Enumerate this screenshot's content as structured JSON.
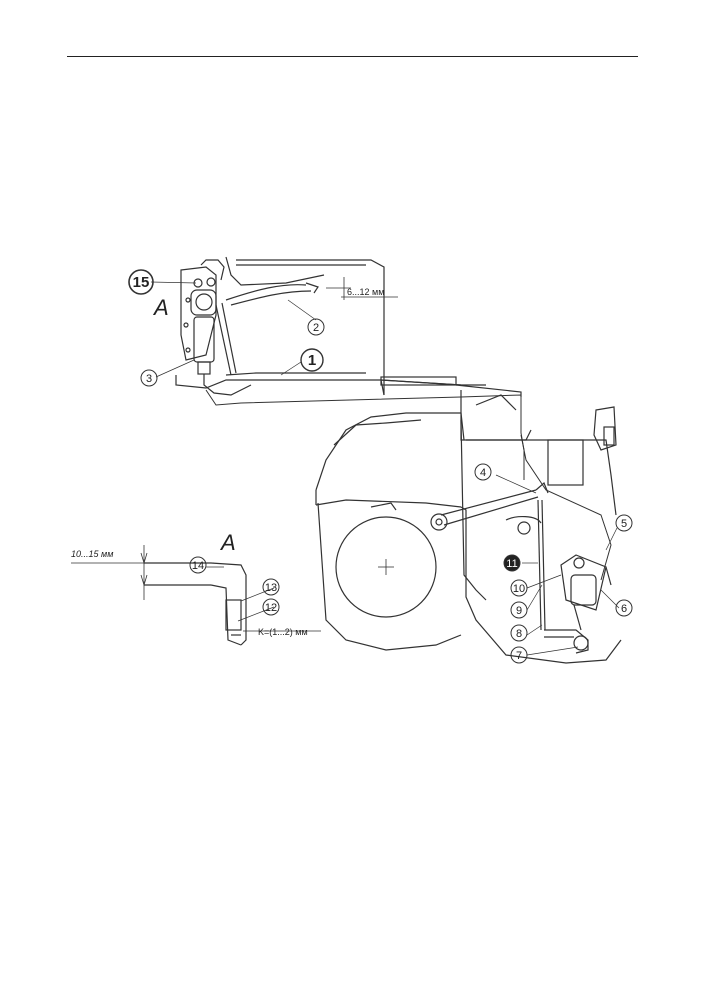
{
  "callouts": {
    "c1": "1",
    "c2": "2",
    "c3": "3",
    "c4": "4",
    "c5": "5",
    "c6": "6",
    "c7": "7",
    "c8": "8",
    "c9": "9",
    "c10": "10",
    "c11": "11",
    "c12": "12",
    "c13": "13",
    "c14": "14",
    "c15": "15"
  },
  "view_letters": {
    "main": "A",
    "detail": "A"
  },
  "dimensions": {
    "pedal_gap": "6...12 мм",
    "free_travel": "10...15 мм",
    "clearance_k": "K=(1...2) мм"
  }
}
